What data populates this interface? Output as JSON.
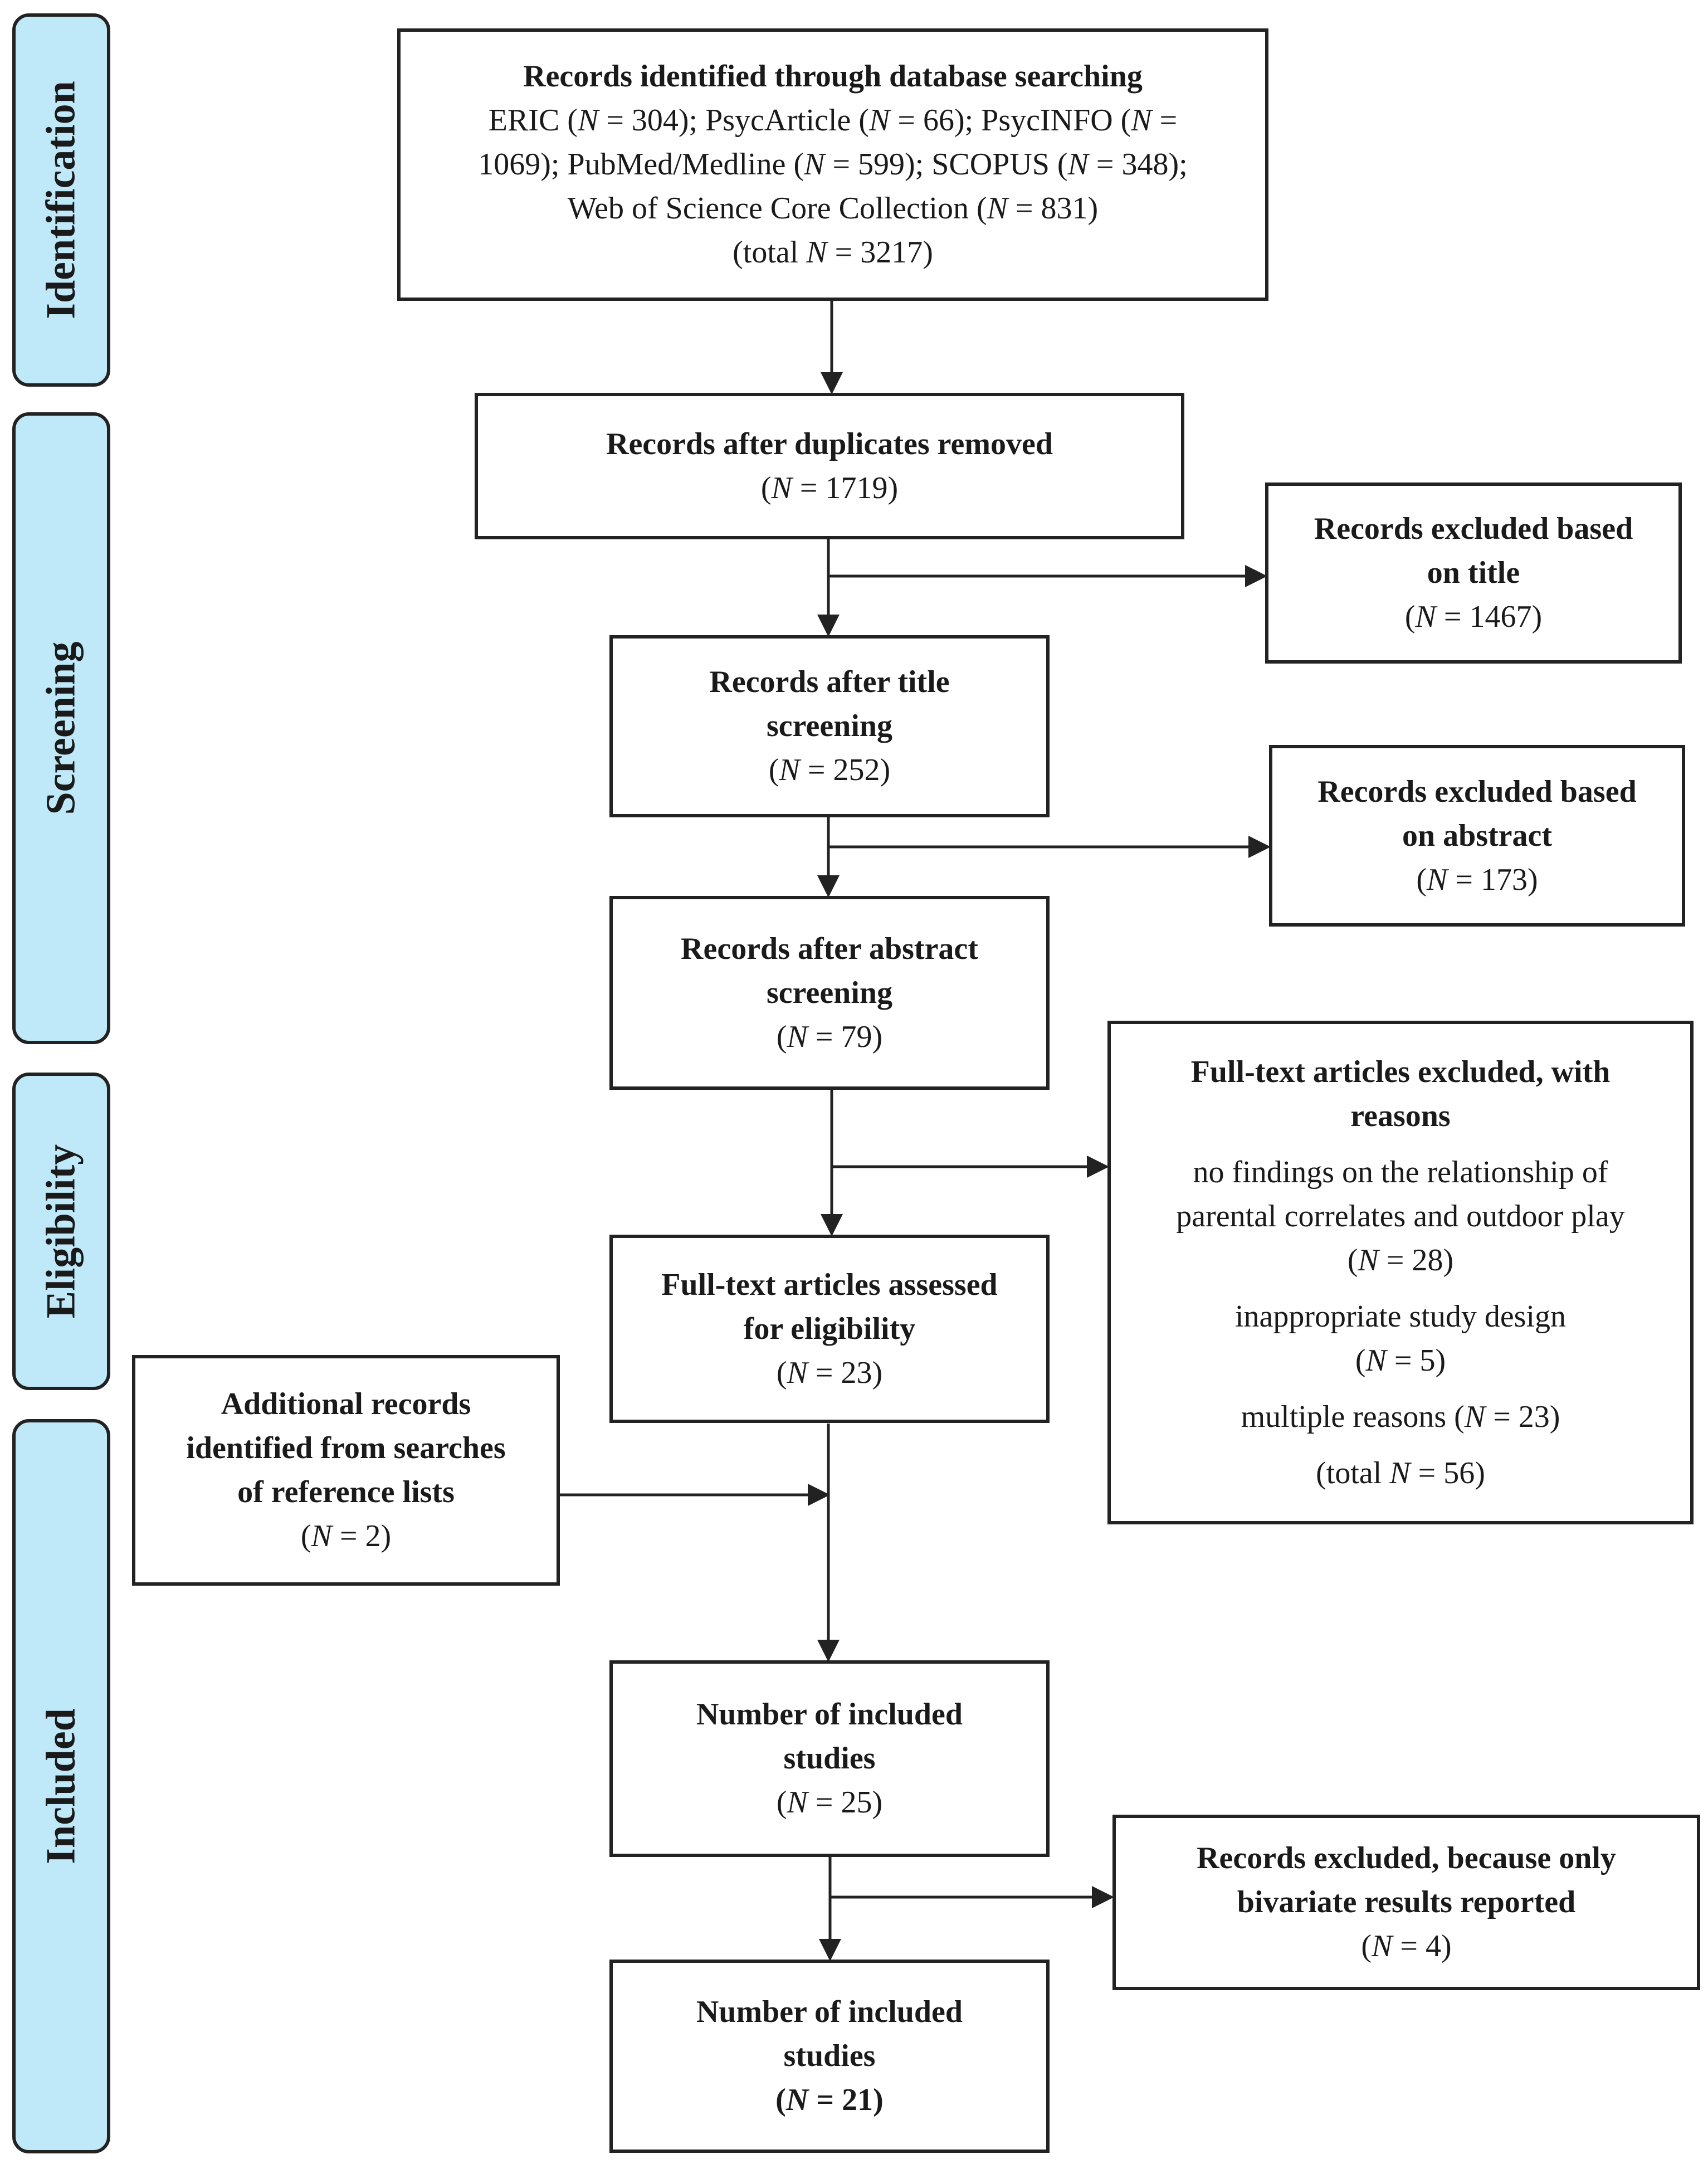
{
  "phases": {
    "identification": "Identification",
    "screening": "Screening",
    "eligibility": "Eligibility",
    "included": "Included"
  },
  "boxes": {
    "db_search": {
      "title": "Records identified through database searching",
      "line1": "ERIC (N = 304); PsycArticle (N = 66); PsycINFO (N =",
      "line2": "1069); PubMed/Medline (N = 599); SCOPUS (N = 348);",
      "line3": "Web of Science Core Collection (N = 831)",
      "line4": "(total N = 3217)"
    },
    "dedup": {
      "title": "Records after duplicates removed",
      "count": "(N = 1719)"
    },
    "excl_title": {
      "title1": "Records excluded based",
      "title2": "on title",
      "count": "(N = 1467)"
    },
    "after_title": {
      "title1": "Records after title",
      "title2": "screening",
      "count": "(N = 252)"
    },
    "excl_abstract": {
      "title1": "Records excluded based",
      "title2": "on abstract",
      "count": "(N = 173)"
    },
    "after_abstract": {
      "title1": "Records after abstract",
      "title2": "screening",
      "count": "(N = 79)"
    },
    "fulltext_excl": {
      "title1": "Full-text articles excluded, with",
      "title2": "reasons",
      "reason1a": "no findings on the relationship of",
      "reason1b": "parental correlates and outdoor play",
      "reason1n": "(N = 28)",
      "reason2a": "inappropriate study design",
      "reason2n": "(N = 5)",
      "reason3": "multiple reasons (N = 23)",
      "total": "(total N = 56)"
    },
    "fulltext_assessed": {
      "title1": "Full-text articles assessed",
      "title2": "for eligibility",
      "count": "(N = 23)"
    },
    "additional": {
      "title1": "Additional records",
      "title2": "identified from searches",
      "title3": "of reference lists",
      "count": "(N = 2)"
    },
    "included_25": {
      "title1": "Number of included",
      "title2": "studies",
      "count": "(N = 25)"
    },
    "excl_bivariate": {
      "title1": "Records excluded, because only",
      "title2": "bivariate results reported",
      "count": "(N = 4)"
    },
    "included_21": {
      "title1": "Number of included",
      "title2": "studies",
      "count": "(N = 21)"
    }
  }
}
